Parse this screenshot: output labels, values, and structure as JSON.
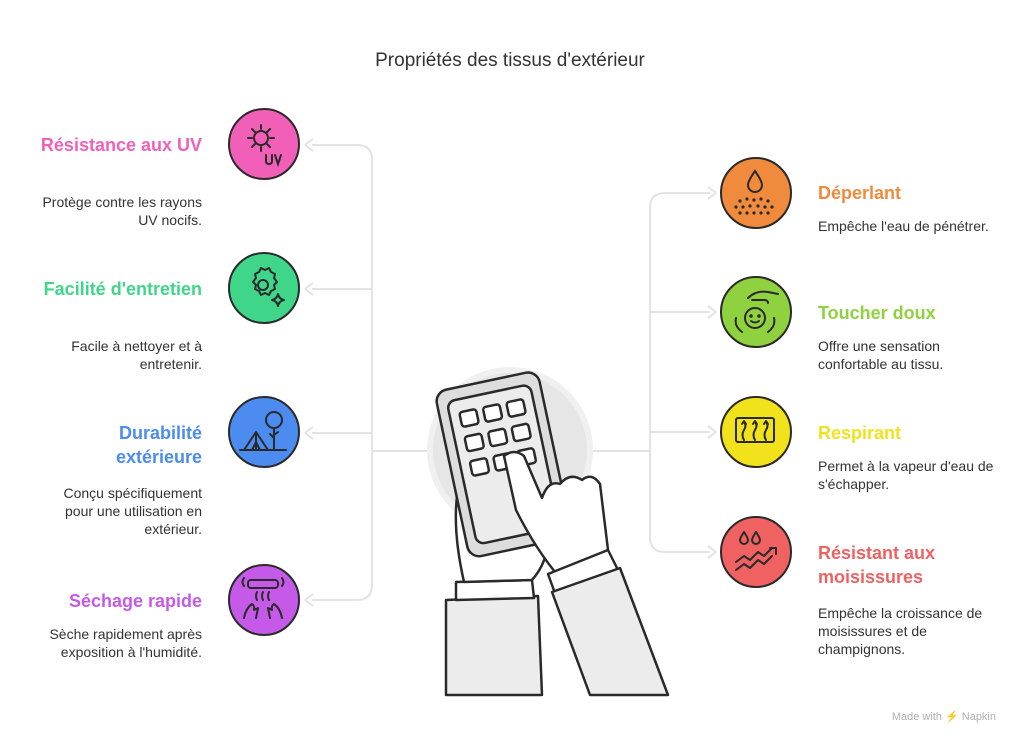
{
  "title": "Propriétés des tissus d'extérieur",
  "left": [
    {
      "title": "Résistance aux UV",
      "desc": "Protège contre les rayons UV nocifs.",
      "color": "#f25fb9",
      "icon": "sun-uv-icon"
    },
    {
      "title": "Facilité d'entretien",
      "desc": "Facile à nettoyer et à entretenir.",
      "color": "#3fd68a",
      "icon": "gear-sparkle-icon"
    },
    {
      "title": "Durabilité extérieure",
      "desc": "Conçu spécifiquement pour une utilisation en extérieur.",
      "color": "#4c8cf0",
      "icon": "tent-tree-icon"
    },
    {
      "title": "Séchage rapide",
      "desc": "Sèche rapidement après exposition à l'humidité.",
      "color": "#c65ae8",
      "icon": "hand-dryer-icon"
    }
  ],
  "right": [
    {
      "title": "Déperlant",
      "desc": "Empêche l'eau de pénétrer.",
      "color": "#f08a3c",
      "icon": "water-drop-icon"
    },
    {
      "title": "Toucher doux",
      "desc": "Offre une sensation confortable au tissu.",
      "color": "#8fd13f",
      "icon": "soft-touch-icon"
    },
    {
      "title": "Respirant",
      "desc": "Permet à la vapeur d'eau de s'échapper.",
      "color": "#f2e21b",
      "icon": "breathable-icon"
    },
    {
      "title": "Résistant aux moisissures",
      "desc": "Empêche la croissance de moisissures et de champignons.",
      "color": "#f06262",
      "icon": "mold-resistant-icon"
    }
  ],
  "center_icon": "hand-tablet-icon",
  "footer": "Made with ⚡ Napkin"
}
